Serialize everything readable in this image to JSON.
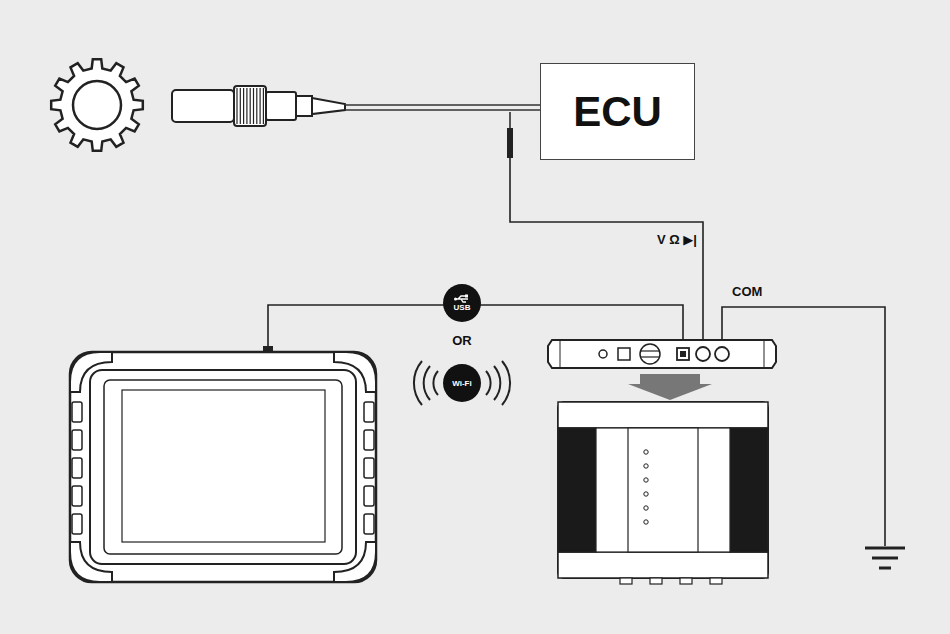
{
  "diagram": {
    "nodes": [
      {
        "text": [
          "ECU"
        ]
      },
      {
        "text": [
          "USB"
        ]
      },
      {
        "text": [
          "Wi-Fi"
        ]
      }
    ],
    "labels": [
      "V Ω ▶|",
      "COM",
      "OR"
    ]
  }
}
